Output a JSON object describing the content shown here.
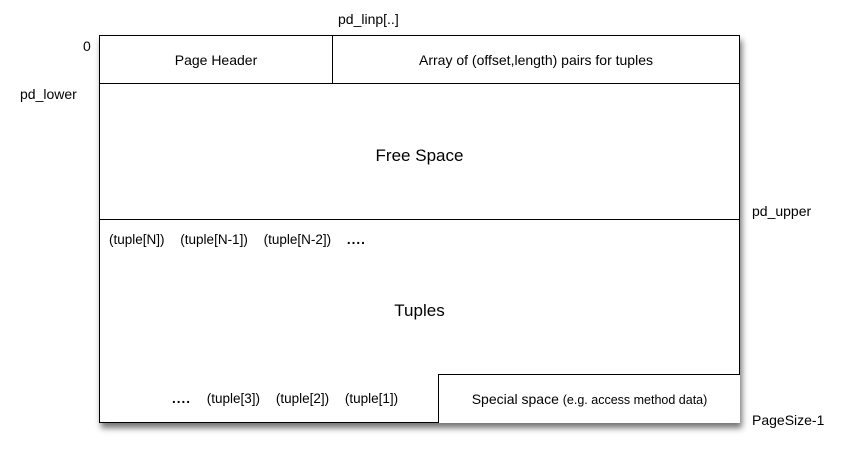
{
  "labels": {
    "pd_linp": "pd_linp[..]",
    "zero": "0",
    "pd_lower": "pd_lower",
    "pd_upper": "pd_upper",
    "pagesize": "PageSize-1"
  },
  "header": {
    "page_header": "Page Header",
    "array_pairs": "Array of (offset,length) pairs for tuples"
  },
  "free_space": "Free Space",
  "tuples_top": [
    "(tuple[N])",
    "(tuple[N-1])",
    "(tuple[N-2])",
    "...."
  ],
  "tuples_label": "Tuples",
  "tuples_bottom": [
    "....",
    "(tuple[3])",
    "(tuple[2])",
    "(tuple[1])"
  ],
  "special": {
    "main": "Special space",
    "detail": "(e.g. access method data)"
  }
}
